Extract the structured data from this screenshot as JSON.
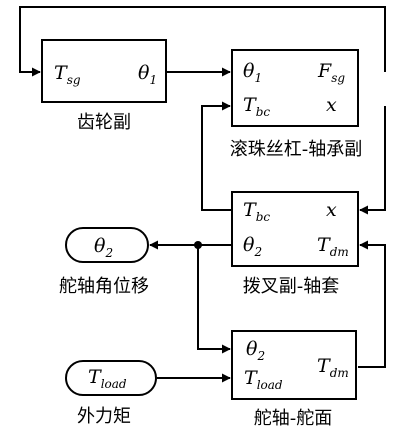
{
  "blocks": {
    "gear": {
      "caption": "齿轮副",
      "in": {
        "sym": "T",
        "sub": "sg"
      },
      "out": {
        "sym": "θ",
        "sub": "1"
      }
    },
    "ballscrew": {
      "caption": "滚珠丝杠-轴承副",
      "in1": {
        "sym": "θ",
        "sub": "1"
      },
      "in2": {
        "sym": "T",
        "sub": "bc"
      },
      "out1": {
        "sym": "F",
        "sub": "sg"
      },
      "out2": {
        "sym": "x",
        "sub": ""
      }
    },
    "fork": {
      "caption": "拨叉副-轴套",
      "in1": {
        "sym": "T",
        "sub": "bc"
      },
      "in2": {
        "sym": "θ",
        "sub": "2"
      },
      "out1": {
        "sym": "x",
        "sub": ""
      },
      "out2": {
        "sym": "T",
        "sub": "dm"
      }
    },
    "rudder": {
      "caption": "舵轴-舵面",
      "in1": {
        "sym": "θ",
        "sub": "2"
      },
      "in2": {
        "sym": "T",
        "sub": "load"
      },
      "out": {
        "sym": "T",
        "sub": "dm"
      }
    }
  },
  "terminals": {
    "output": {
      "caption": "舵轴角位移",
      "sym": "θ",
      "sub": "2"
    },
    "input": {
      "caption": "外力矩",
      "sym": "T",
      "sub": "load"
    }
  }
}
